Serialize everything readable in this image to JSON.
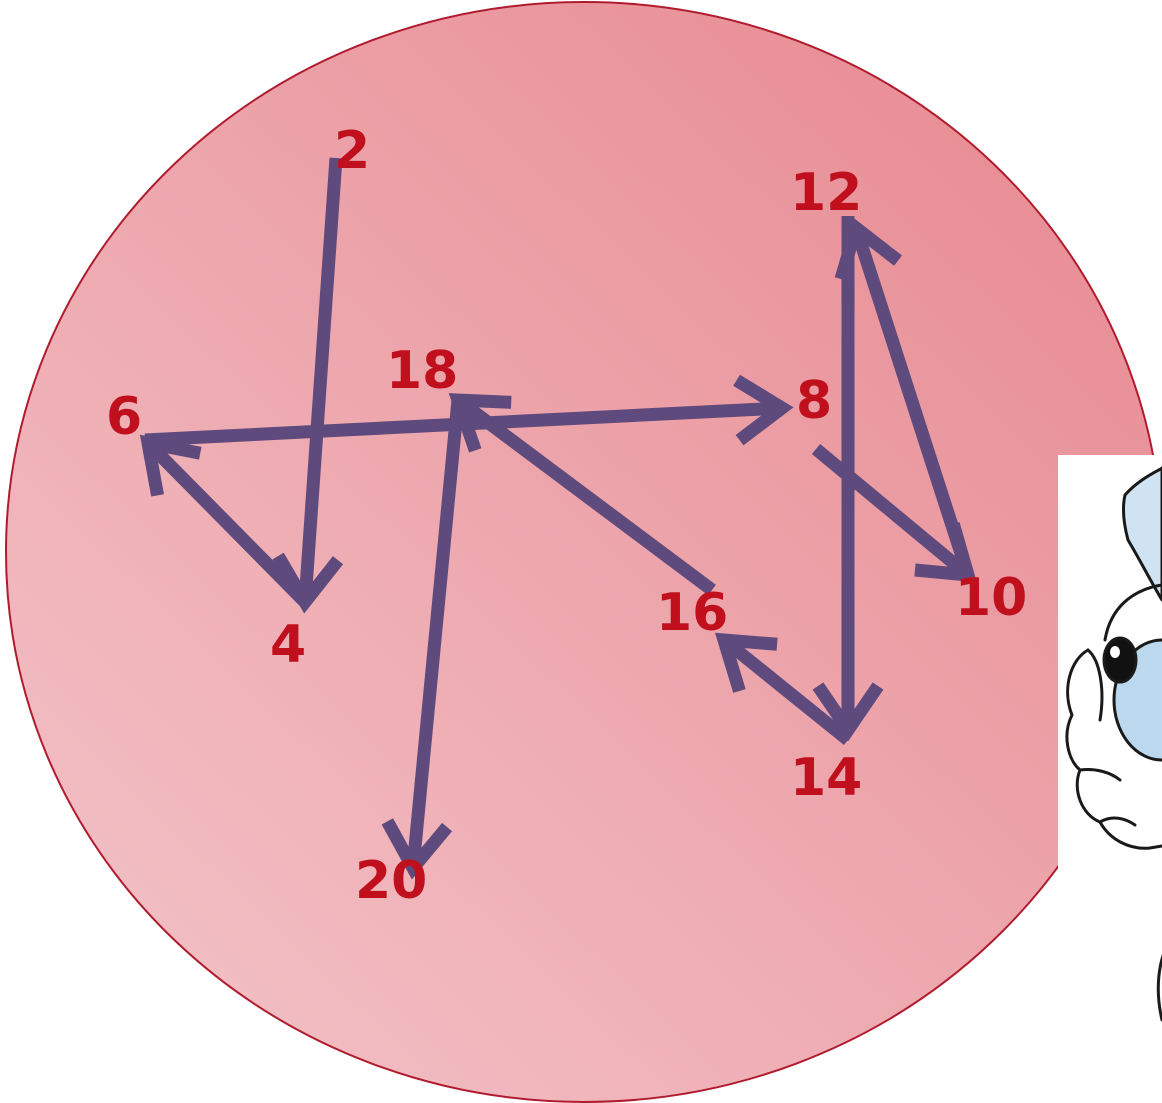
{
  "colors": {
    "circle_fill_light": "#f3c6cb",
    "circle_fill_dark": "#e7868e",
    "circle_stroke": "#b01c2e",
    "arrow": "#5e4a7c",
    "number": "#c0101e"
  },
  "labels": [
    "2",
    "4",
    "6",
    "8",
    "10",
    "12",
    "14",
    "16",
    "18",
    "20"
  ],
  "path_order": [
    "2",
    "4",
    "6",
    "8",
    "10",
    "12",
    "14",
    "16",
    "18",
    "20"
  ],
  "cartoon": {
    "name": "pointing-cartoon-character",
    "partially_visible": true
  }
}
